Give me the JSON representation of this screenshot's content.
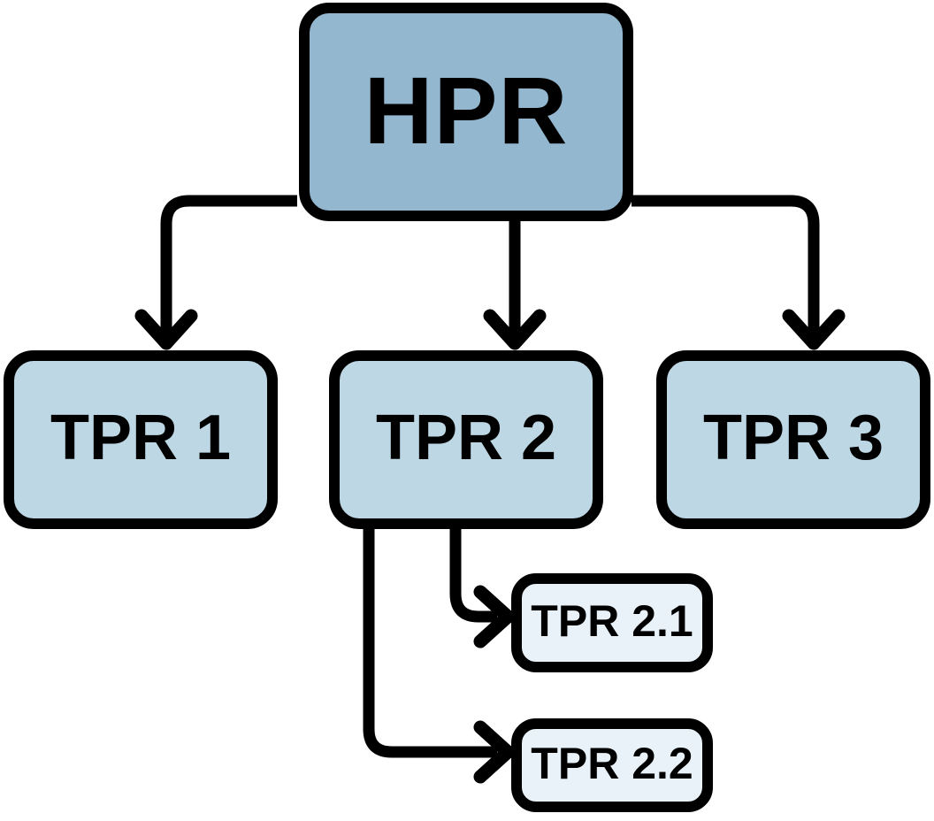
{
  "diagram": {
    "type": "hierarchy-flowchart",
    "colors": {
      "background": "#FFFFFF",
      "outline": "#000000",
      "arrow": "#000000",
      "root_fill": "#92B7CF",
      "child_fill": "#BDD7E4",
      "grandchild_fill": "#E9F2F8"
    },
    "nodes": {
      "hpr": {
        "label": "HPR",
        "level": 0
      },
      "tpr1": {
        "label": "TPR 1",
        "level": 1
      },
      "tpr2": {
        "label": "TPR 2",
        "level": 1
      },
      "tpr3": {
        "label": "TPR 3",
        "level": 1
      },
      "tpr21": {
        "label": "TPR 2.1",
        "level": 2
      },
      "tpr22": {
        "label": "TPR 2.2",
        "level": 2
      }
    },
    "edges": [
      {
        "from": "HPR",
        "to": "TPR 1"
      },
      {
        "from": "HPR",
        "to": "TPR 2"
      },
      {
        "from": "HPR",
        "to": "TPR 3"
      },
      {
        "from": "TPR 2",
        "to": "TPR 2.1"
      },
      {
        "from": "TPR 2",
        "to": "TPR 2.2"
      }
    ]
  }
}
